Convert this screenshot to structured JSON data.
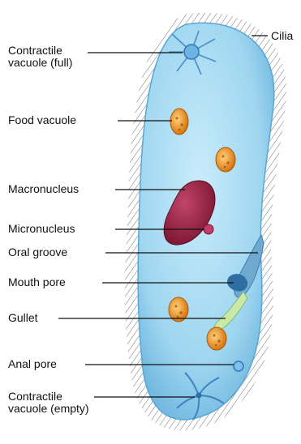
{
  "diagram": {
    "labels": {
      "cilia": "Cilia",
      "contractile_vacuole_full": [
        "Contractile",
        "vacuole (full)"
      ],
      "food_vacuole": "Food vacuole",
      "macronucleus": "Macronucleus",
      "micronucleus": "Micronucleus",
      "oral_groove": "Oral groove",
      "mouth_pore": "Mouth pore",
      "gullet": "Gullet",
      "anal_pore": "Anal pore",
      "contractile_vacuole_empty": [
        "Contractile",
        "vacuole (empty)"
      ]
    },
    "colors": {
      "cell_body": "#aee0f5",
      "cell_edge": "#5aa7d3",
      "cilia": "#333333",
      "food_vacuole": "#e58a1f",
      "macronucleus": "#8e1d3a",
      "micronucleus": "#b02a55",
      "leader_line": "#111111"
    }
  }
}
